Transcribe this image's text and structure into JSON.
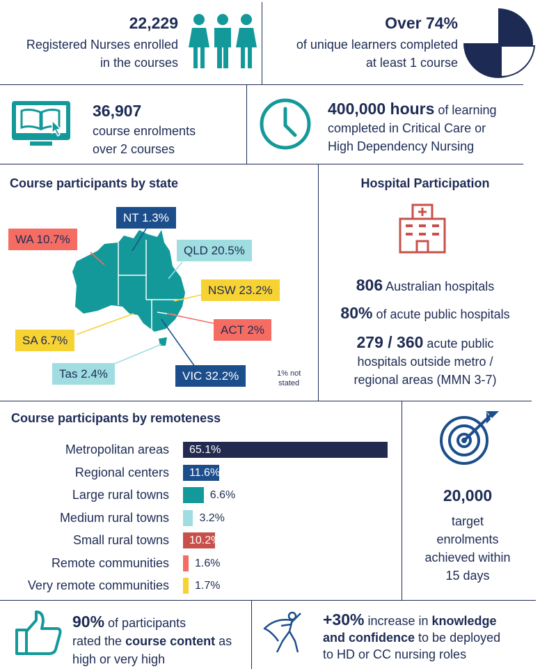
{
  "stats": {
    "nurses": {
      "number": "22,229",
      "line1": "Registered Nurses enrolled",
      "line2": "in the courses"
    },
    "learners": {
      "number": "Over 74%",
      "line1": "of unique learners completed",
      "line2": "at least 1 course",
      "fraction": 0.74
    },
    "enrolments": {
      "number": "36,907",
      "line1": "course enrolments",
      "line2": "over 2 courses"
    },
    "hours": {
      "number": "400,000 hours",
      "line1_rest": " of learning",
      "line2": "completed in Critical Care or",
      "line3": "High Dependency Nursing"
    }
  },
  "state_section": {
    "title": "Course participants by state",
    "labels": [
      {
        "key": "nt",
        "text": "NT 1.3%"
      },
      {
        "key": "wa",
        "text": "WA 10.7%"
      },
      {
        "key": "qld",
        "text": "QLD 20.5%"
      },
      {
        "key": "nsw",
        "text": "NSW 23.2%"
      },
      {
        "key": "act",
        "text": "ACT 2%"
      },
      {
        "key": "sa",
        "text": "SA 6.7%"
      },
      {
        "key": "tas",
        "text": "Tas 2.4%"
      },
      {
        "key": "vic",
        "text": "VIC 32.2%"
      }
    ],
    "note_line1": "1% not",
    "note_line2": "stated"
  },
  "hospital_section": {
    "title": "Hospital Participation",
    "hospitals_num": "806",
    "hospitals_txt": " Australian hospitals",
    "acute_num": "80%",
    "acute_txt": " of acute public hospitals",
    "regional_num": "279 / 360",
    "regional_txt1": "  acute public",
    "regional_txt2": "hospitals outside metro /",
    "regional_txt3": "regional areas (MMN 3-7)"
  },
  "chart_data": {
    "type": "bar",
    "title": "Course participants by remoteness",
    "categories": [
      "Metropolitan areas",
      "Regional centers",
      "Large rural towns",
      "Medium rural towns",
      "Small rural towns",
      "Remote communities",
      "Very remote communities"
    ],
    "values": [
      65.1,
      11.6,
      6.6,
      3.2,
      10.2,
      1.6,
      1.7
    ],
    "value_labels": [
      "65.1%",
      "11.6%",
      "6.6%",
      "3.2%",
      "10.2%",
      "1.6%",
      "1.7%"
    ],
    "colors": [
      "#222a4f",
      "#1d4e8c",
      "#139999",
      "#9fdde0",
      "#c8504a",
      "#f56c63",
      "#f7d233"
    ],
    "label_inside": [
      true,
      true,
      false,
      false,
      true,
      false,
      false
    ],
    "xlim": [
      0,
      65.1
    ]
  },
  "target": {
    "number": "20,000",
    "line1": "target",
    "line2": "enrolments",
    "line3": "achieved within",
    "line4": "15 days"
  },
  "footer": {
    "left_num": "90%",
    "left_txt1": " of participants",
    "left_txt2a": "rated the ",
    "left_txt2b": "course content",
    "left_txt2c": " as",
    "left_txt3": "high or very high",
    "right_num": "+30%",
    "right_txt1": " increase in ",
    "right_bold1": "knowledge",
    "right_bold2": "and confidence",
    "right_txt2": " to be deployed",
    "right_txt3": "to HD or CC nursing roles"
  },
  "colors": {
    "navy": "#1d2b54",
    "teal": "#139999",
    "hospital_red": "#c8504a"
  },
  "icons": [
    "people-icon",
    "pie-icon",
    "monitor-book-icon",
    "clock-icon",
    "australia-map",
    "hospital-icon",
    "target-icon",
    "thumbs-up-icon",
    "superhero-icon"
  ]
}
